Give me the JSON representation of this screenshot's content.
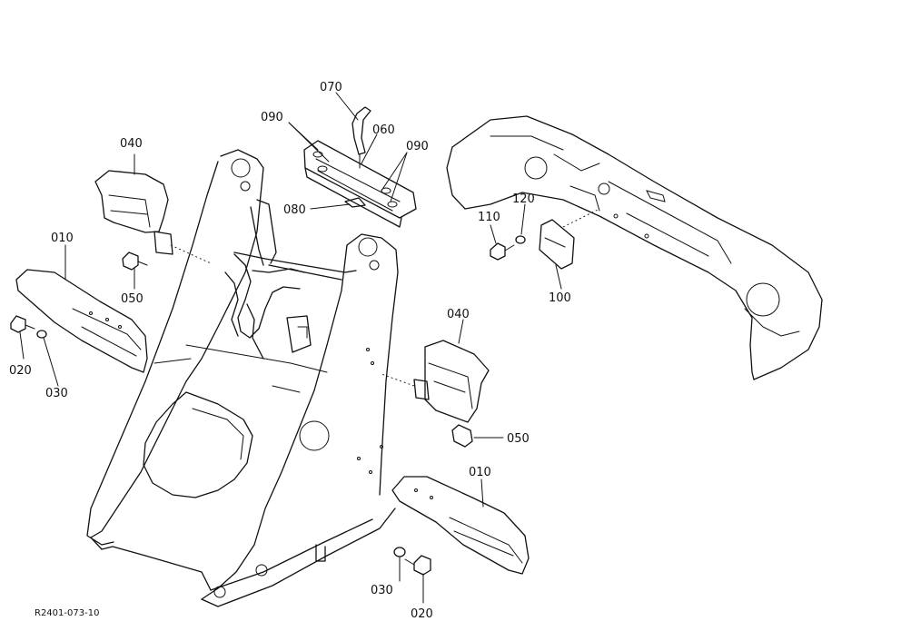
{
  "drawing_code": "R2401-073-10",
  "callouts": [
    {
      "id": "c-070",
      "text": "070"
    },
    {
      "id": "c-090a",
      "text": "090"
    },
    {
      "id": "c-060",
      "text": "060"
    },
    {
      "id": "c-090b",
      "text": "090"
    },
    {
      "id": "c-080",
      "text": "080"
    },
    {
      "id": "c-040a",
      "text": "040"
    },
    {
      "id": "c-010a",
      "text": "010"
    },
    {
      "id": "c-050a",
      "text": "050"
    },
    {
      "id": "c-020a",
      "text": "020"
    },
    {
      "id": "c-030a",
      "text": "030"
    },
    {
      "id": "c-110",
      "text": "110"
    },
    {
      "id": "c-120",
      "text": "120"
    },
    {
      "id": "c-100",
      "text": "100"
    },
    {
      "id": "c-040b",
      "text": "040"
    },
    {
      "id": "c-050b",
      "text": "050"
    },
    {
      "id": "c-010b",
      "text": "010"
    },
    {
      "id": "c-030b",
      "text": "030"
    },
    {
      "id": "c-020b",
      "text": "020"
    }
  ]
}
